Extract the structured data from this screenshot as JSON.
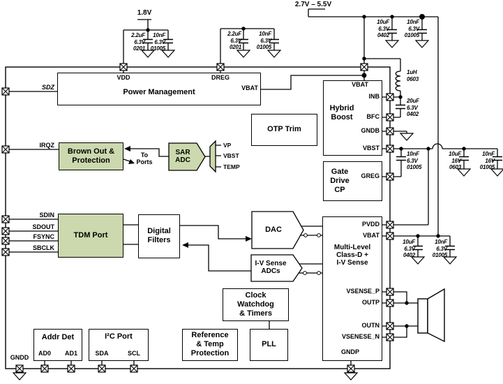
{
  "diagram": {
    "colors": {
      "block_green": "#ccd8ad"
    },
    "supplies": {
      "vdd_1p8": "1.8V",
      "battery_range": "2.7V – 5.5V"
    },
    "package_pins": {
      "sdz": "SDZ",
      "irqz": "IRQZ",
      "sdin": "SDIN",
      "sdout": "SDOUT",
      "fsync": "FSYNC",
      "sbclk": "SBCLK",
      "gndd": "GNDD"
    },
    "blocks": {
      "power_management": {
        "title": "Power Management",
        "pin_vdd": "VDD",
        "pin_dreg": "DREG",
        "pin_vbat": "VBAT"
      },
      "otp_trim": {
        "title": "OTP Trim"
      },
      "brown_out": {
        "title": "Brown Out &\nProtection"
      },
      "sar_adc": {
        "title": "SAR\nADC",
        "mux_in_vp": "VP",
        "mux_in_vbst": "VBST",
        "mux_in_temp": "TEMP"
      },
      "tdm_port": {
        "title": "TDM Port"
      },
      "digital_filters": {
        "title": "Digital\nFilters"
      },
      "dac": {
        "title": "DAC"
      },
      "iv_sense_adcs": {
        "title": "I-V Sense\nADCs"
      },
      "clock_watchdog": {
        "title": "Clock\nWatchdog\n& Timers"
      },
      "reference_temp": {
        "title": "Reference\n& Temp\nProtection"
      },
      "pll": {
        "title": "PLL"
      },
      "addr_det": {
        "title": "Addr Det",
        "pin_ad0": "AD0",
        "pin_ad1": "AD1"
      },
      "i2c_port": {
        "title": "I²C Port",
        "pin_sda": "SDA",
        "pin_scl": "SCL"
      },
      "hybrid_boost": {
        "title": "Hybrid\nBoost",
        "pin_vbat": "VBAT",
        "pin_inb": "INB",
        "pin_bfc": "BFC",
        "pin_gndb": "GNDB",
        "pin_vbst": "VBST"
      },
      "gate_drive_cp": {
        "title": "Gate\nDrive\nCP",
        "pin_greg": "GREG"
      },
      "class_d": {
        "title": "Multi-Level\nClass-D +\nI-V Sense",
        "pin_pvdd": "PVDD",
        "pin_vbat": "VBAT",
        "pin_vsense_p": "VSENSE_P",
        "pin_outp": "OUTP",
        "pin_outn": "OUTN",
        "pin_vsense_n": "VSENESE_N",
        "pin_gndp": "GNDP"
      }
    },
    "annotations": {
      "to_ports": "To\nPorts"
    },
    "passives": {
      "vdd_cap_bulk": "2.2uF\n6.3V\n0201",
      "vdd_cap_hf": "10nF\n6.3V\n01005",
      "dreg_cap_bulk": "2.2uF\n6.3V\n0201",
      "dreg_cap_hf": "10nF\n6.3V\n01005",
      "vbat_input_cap_bulk": "10uF\n6.3V\n0402",
      "vbat_input_cap_hf": "10nF\n6.3V\n01005",
      "boost_inductor": "1uH\n0603",
      "boost_flying_cap": "20uF\n6.3V\n0402",
      "vbst_greg_cap": "10nF\n6.3V\n01005",
      "vbst_cap_bulk": "10uF\n16V\n0603",
      "vbst_cap_hf": "10nF\n16V\n01005",
      "vbat_pin_cap_bulk": "10uF\n6.3V\n0402",
      "vbat_pin_cap_hf": "10nF\n6.3V\n01005"
    }
  }
}
